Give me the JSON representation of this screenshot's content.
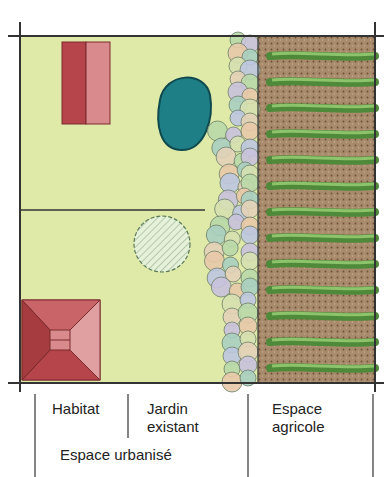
{
  "diagram": {
    "labels": [
      "Habitat",
      "Jardin existant",
      "Espace agricole",
      "Espace urbanisé"
    ]
  }
}
